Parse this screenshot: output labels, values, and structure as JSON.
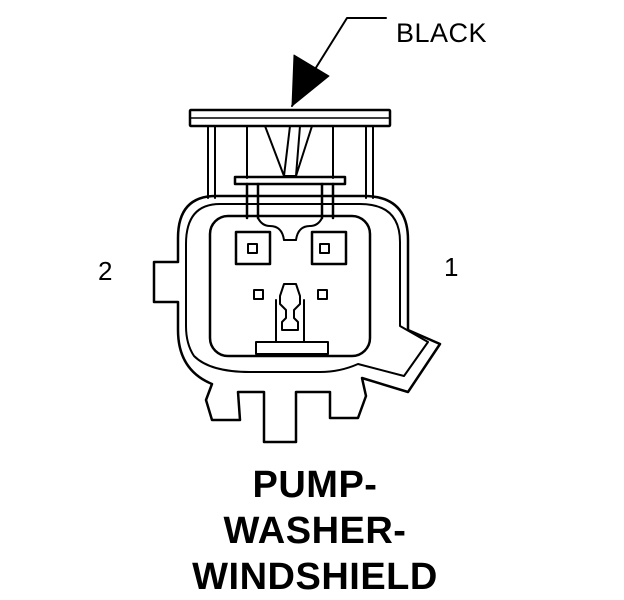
{
  "diagram": {
    "callout_label": "BLACK",
    "pin_labels": [
      "2",
      "1"
    ],
    "title_lines": [
      "PUMP-",
      "WASHER-",
      "WINDSHIELD"
    ],
    "stroke_color": "#000000",
    "background_color": "#ffffff"
  }
}
